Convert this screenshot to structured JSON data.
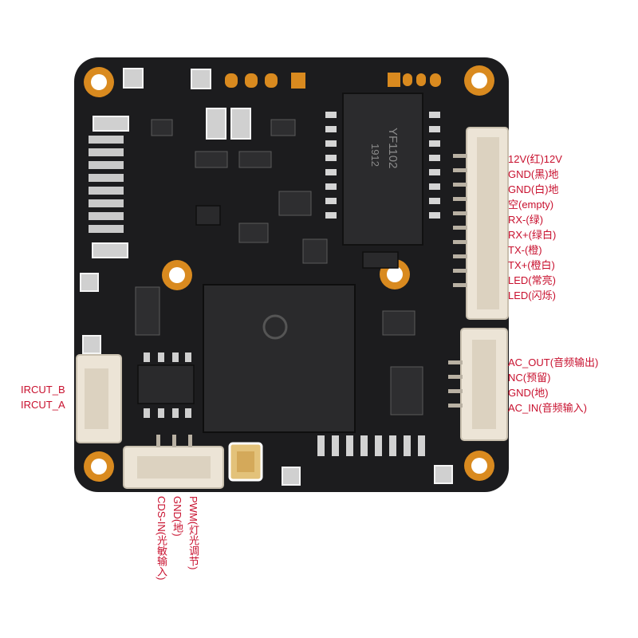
{
  "chip_markings": [
    "YF1102",
    "1912"
  ],
  "labels": {
    "right_connector": [
      "12V(红)12V",
      "GND(黑)地",
      "GND(白)地",
      "空(empty)",
      "RX-(绿)",
      "RX+(绿白)",
      "TX-(橙)",
      "TX+(橙白)",
      "LED(常亮)",
      "LED(闪烁)"
    ],
    "audio_connector": [
      "AC_OUT(音频输出)",
      "NC(预留)",
      "GND(地)",
      "AC_IN(音频输入)"
    ],
    "ircut_connector": [
      "IRCUT_B",
      "IRCUT_A"
    ],
    "bottom_connector": [
      "PWM(灯光调节)",
      "GND(地)",
      "CDS-IN(光敏输入)"
    ]
  },
  "colors": {
    "board": "#1c1c1e",
    "label_text": "#c8102e",
    "pad_gold": "#d98a1f",
    "connector": "#ece4d6"
  }
}
